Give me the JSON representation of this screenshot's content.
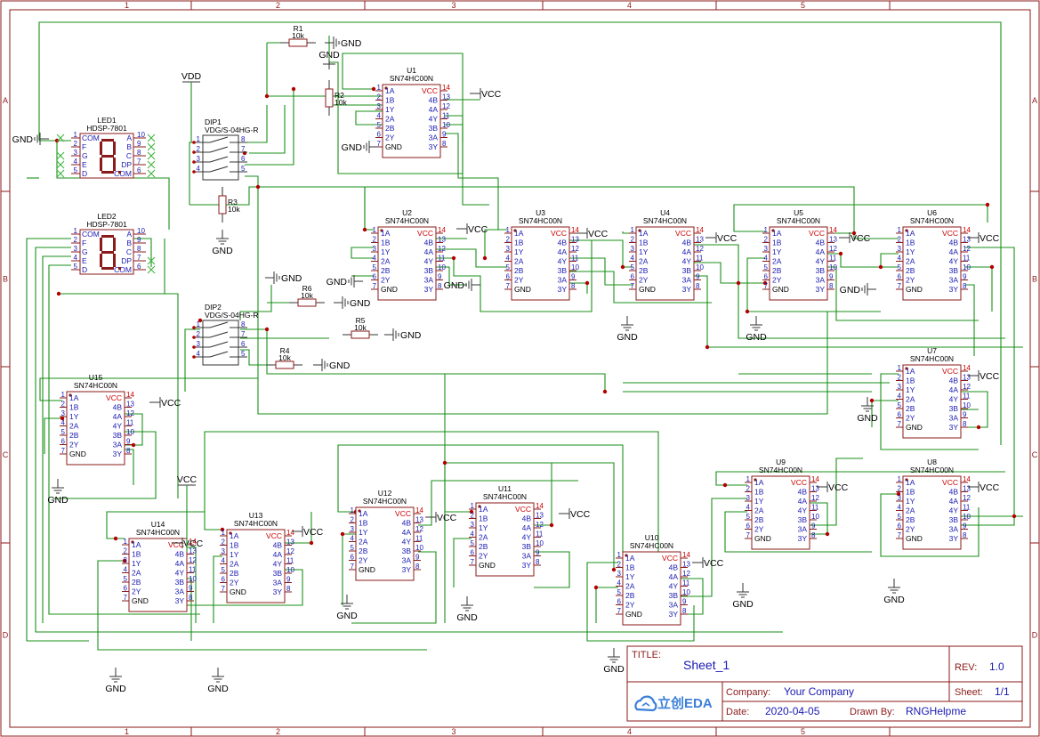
{
  "frame": {
    "columns": [
      "1",
      "2",
      "3",
      "4",
      "5"
    ],
    "rows": [
      "A",
      "B",
      "C",
      "D"
    ]
  },
  "title_block": {
    "title_label": "TITLE:",
    "title": "Sheet_1",
    "rev_label": "REV:",
    "rev": "1.0",
    "company_label": "Company:",
    "company": "Your Company",
    "sheet_label": "Sheet:",
    "sheet": "1/1",
    "date_label": "Date:",
    "date": "2020-04-05",
    "drawn_by_label": "Drawn By:",
    "drawn_by": "RNGHelpme",
    "logo_text": "立创EDA"
  },
  "ic_pins": {
    "left": [
      {
        "num": "1",
        "name": "1A"
      },
      {
        "num": "2",
        "name": "1B"
      },
      {
        "num": "3",
        "name": "1Y"
      },
      {
        "num": "4",
        "name": "2A"
      },
      {
        "num": "5",
        "name": "2B"
      },
      {
        "num": "6",
        "name": "2Y"
      },
      {
        "num": "7",
        "name": "GND"
      }
    ],
    "right": [
      {
        "num": "14",
        "name": "VCC"
      },
      {
        "num": "13",
        "name": "4B"
      },
      {
        "num": "12",
        "name": "4A"
      },
      {
        "num": "11",
        "name": "4Y"
      },
      {
        "num": "10",
        "name": "3B"
      },
      {
        "num": "9",
        "name": "3A"
      },
      {
        "num": "8",
        "name": "3Y"
      }
    ]
  },
  "chips": [
    {
      "ref": "U1",
      "part": "SN74HC00N"
    },
    {
      "ref": "U2",
      "part": "SN74HC00N"
    },
    {
      "ref": "U3",
      "part": "SN74HC00N"
    },
    {
      "ref": "U4",
      "part": "SN74HC00N"
    },
    {
      "ref": "U5",
      "part": "SN74HC00N"
    },
    {
      "ref": "U6",
      "part": "SN74HC00N"
    },
    {
      "ref": "U7",
      "part": "SN74HC00N"
    },
    {
      "ref": "U8",
      "part": "SN74HC00N"
    },
    {
      "ref": "U9",
      "part": "SN74HC00N"
    },
    {
      "ref": "U10",
      "part": "SN74HC00N"
    },
    {
      "ref": "U11",
      "part": "SN74HC00N"
    },
    {
      "ref": "U12",
      "part": "SN74HC00N"
    },
    {
      "ref": "U13",
      "part": "SN74HC00N"
    },
    {
      "ref": "U14",
      "part": "SN74HC00N"
    },
    {
      "ref": "U15",
      "part": "SN74HC00N"
    }
  ],
  "leds": [
    {
      "ref": "LED1",
      "part": "HDSP-7801"
    },
    {
      "ref": "LED2",
      "part": "HDSP-7801"
    }
  ],
  "led_pins": {
    "left": [
      {
        "num": "1",
        "name": "COM"
      },
      {
        "num": "2",
        "name": "F"
      },
      {
        "num": "3",
        "name": "G"
      },
      {
        "num": "4",
        "name": "E"
      },
      {
        "num": "5",
        "name": "D"
      }
    ],
    "right": [
      {
        "num": "10",
        "name": "A"
      },
      {
        "num": "9",
        "name": "B"
      },
      {
        "num": "8",
        "name": "C"
      },
      {
        "num": "7",
        "name": "DP"
      },
      {
        "num": "6",
        "name": "COM"
      }
    ]
  },
  "dips": [
    {
      "ref": "DIP1",
      "part": "VDG/S-04HG-R"
    },
    {
      "ref": "DIP2",
      "part": "VDG/S-04HG-R"
    }
  ],
  "dip_pins": {
    "left": [
      "1",
      "2",
      "3",
      "4"
    ],
    "right": [
      "8",
      "7",
      "6",
      "5"
    ]
  },
  "resistors": [
    {
      "ref": "R1",
      "value": "10k"
    },
    {
      "ref": "R2",
      "value": "10k"
    },
    {
      "ref": "R3",
      "value": "10k"
    },
    {
      "ref": "R4",
      "value": "10k"
    },
    {
      "ref": "R5",
      "value": "10k"
    },
    {
      "ref": "R6",
      "value": "10k"
    }
  ],
  "power": {
    "vcc": "VCC",
    "vdd": "VDD",
    "gnd": "GND"
  }
}
